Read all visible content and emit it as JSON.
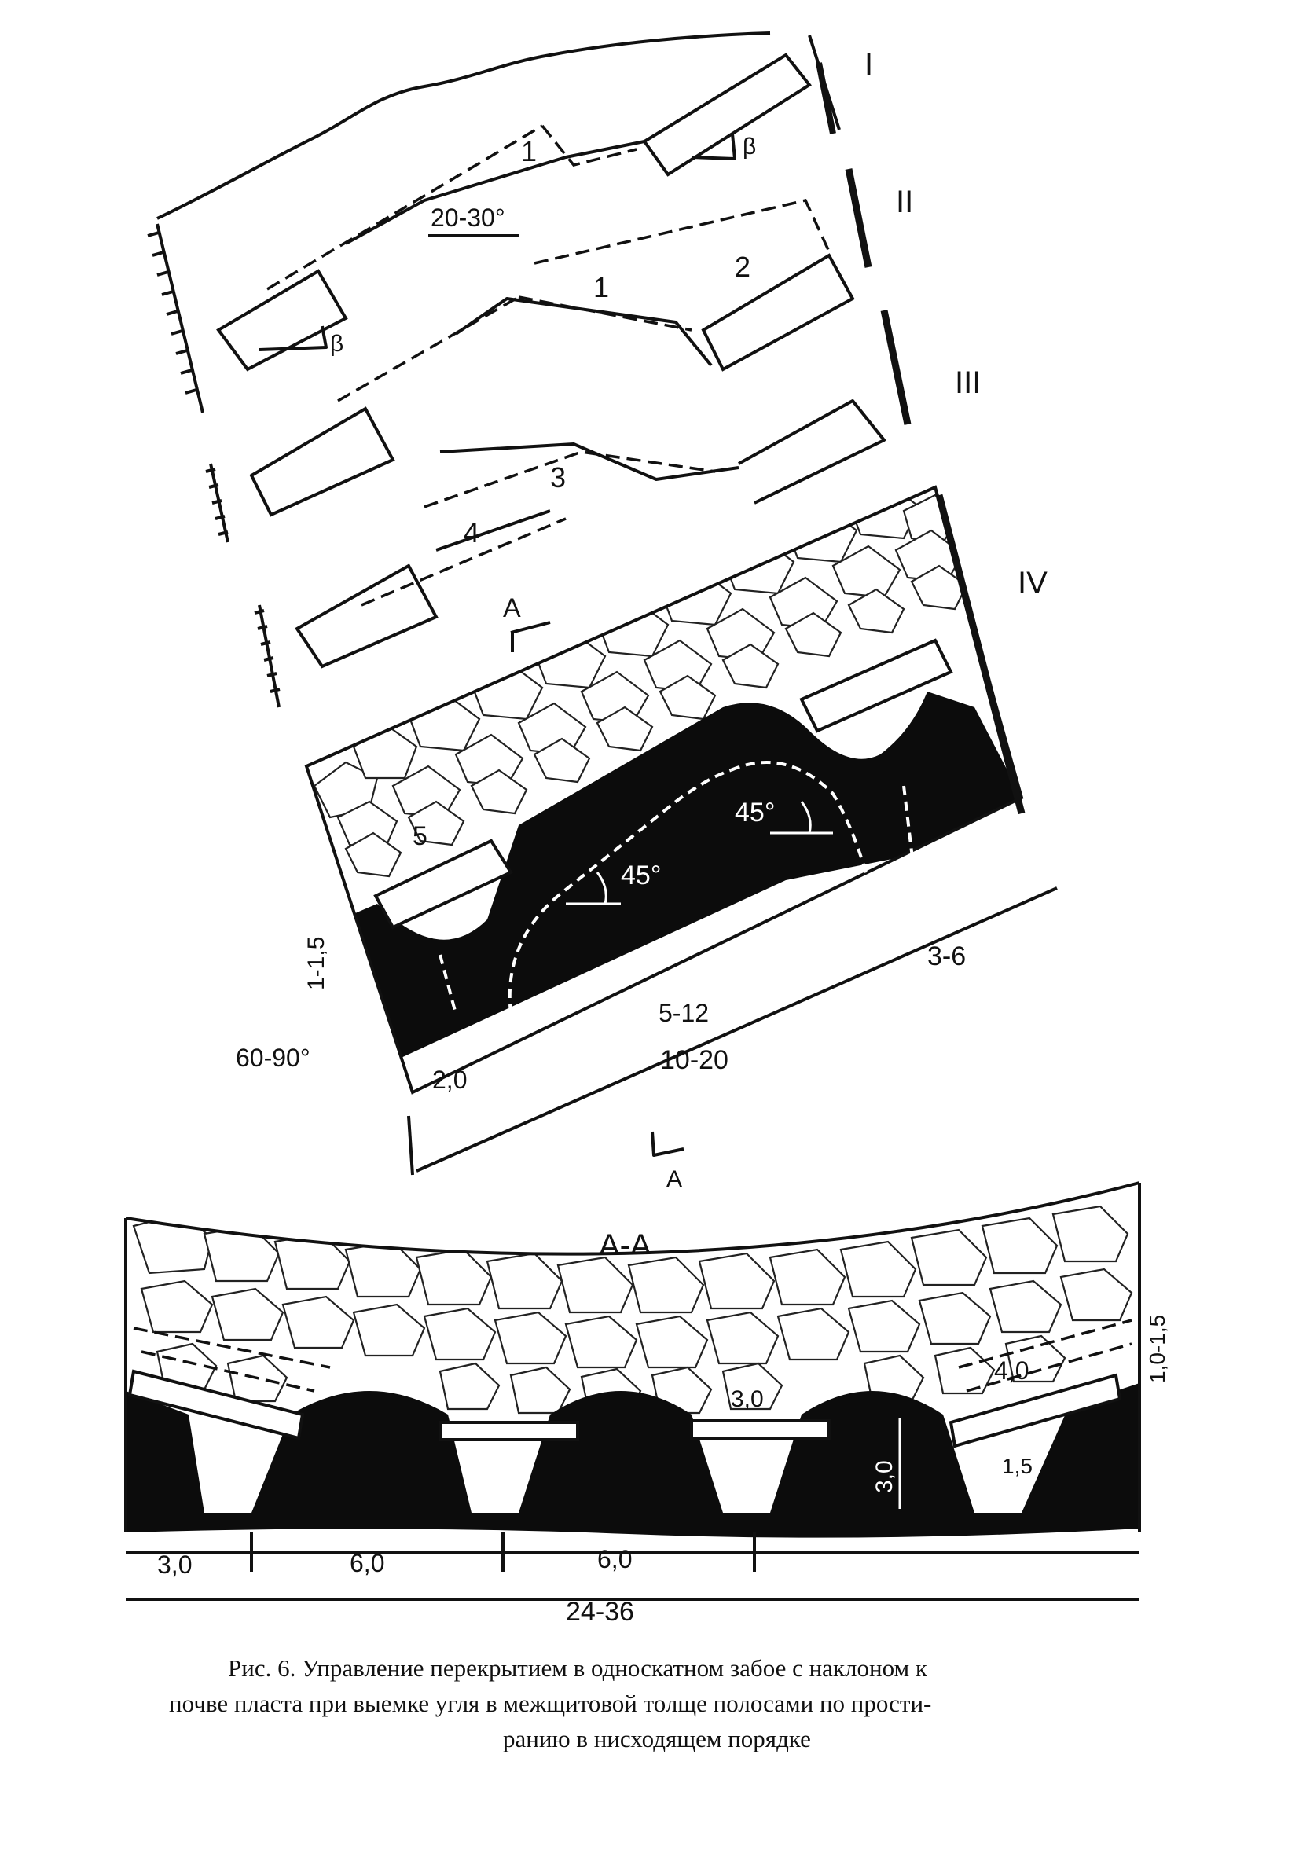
{
  "figure": {
    "stage_labels": [
      "I",
      "II",
      "III",
      "IV"
    ],
    "top_view": {
      "slope_angle": "20-30°",
      "beta": "β",
      "strip_numbers": [
        "1",
        "2",
        "3",
        "4",
        "5"
      ],
      "angles": [
        "45°",
        "45°"
      ],
      "section_mark": "А",
      "dimensions": {
        "d_1_1_5": "1-1,5",
        "d_3_6": "3-6",
        "d_5_12": "5-12",
        "d_60_90": "60-90°",
        "d_2_0": "2,0",
        "d_10_20": "10-20"
      }
    },
    "section": {
      "title": "А-А",
      "dimensions": {
        "d_1_0_1_5": "1,0-1,5",
        "d_3_0_top": "3,0",
        "d_4_0": "4,0",
        "d_3_0_vert": "3,0",
        "d_1_5": "1,5",
        "d_3_0_bottom": "3,0",
        "d_6_0_a": "6,0",
        "d_6_0_b": "6,0",
        "d_24_36": "24-36"
      }
    },
    "caption": {
      "line1": "Рис. 6. Управление перекрытием в односкатном забое  с  наклоном  к",
      "line2": "почве пласта при выемке угля в межщитовой толще полосами по  прости-",
      "line3": "ранию в нисходящем порядке"
    }
  }
}
